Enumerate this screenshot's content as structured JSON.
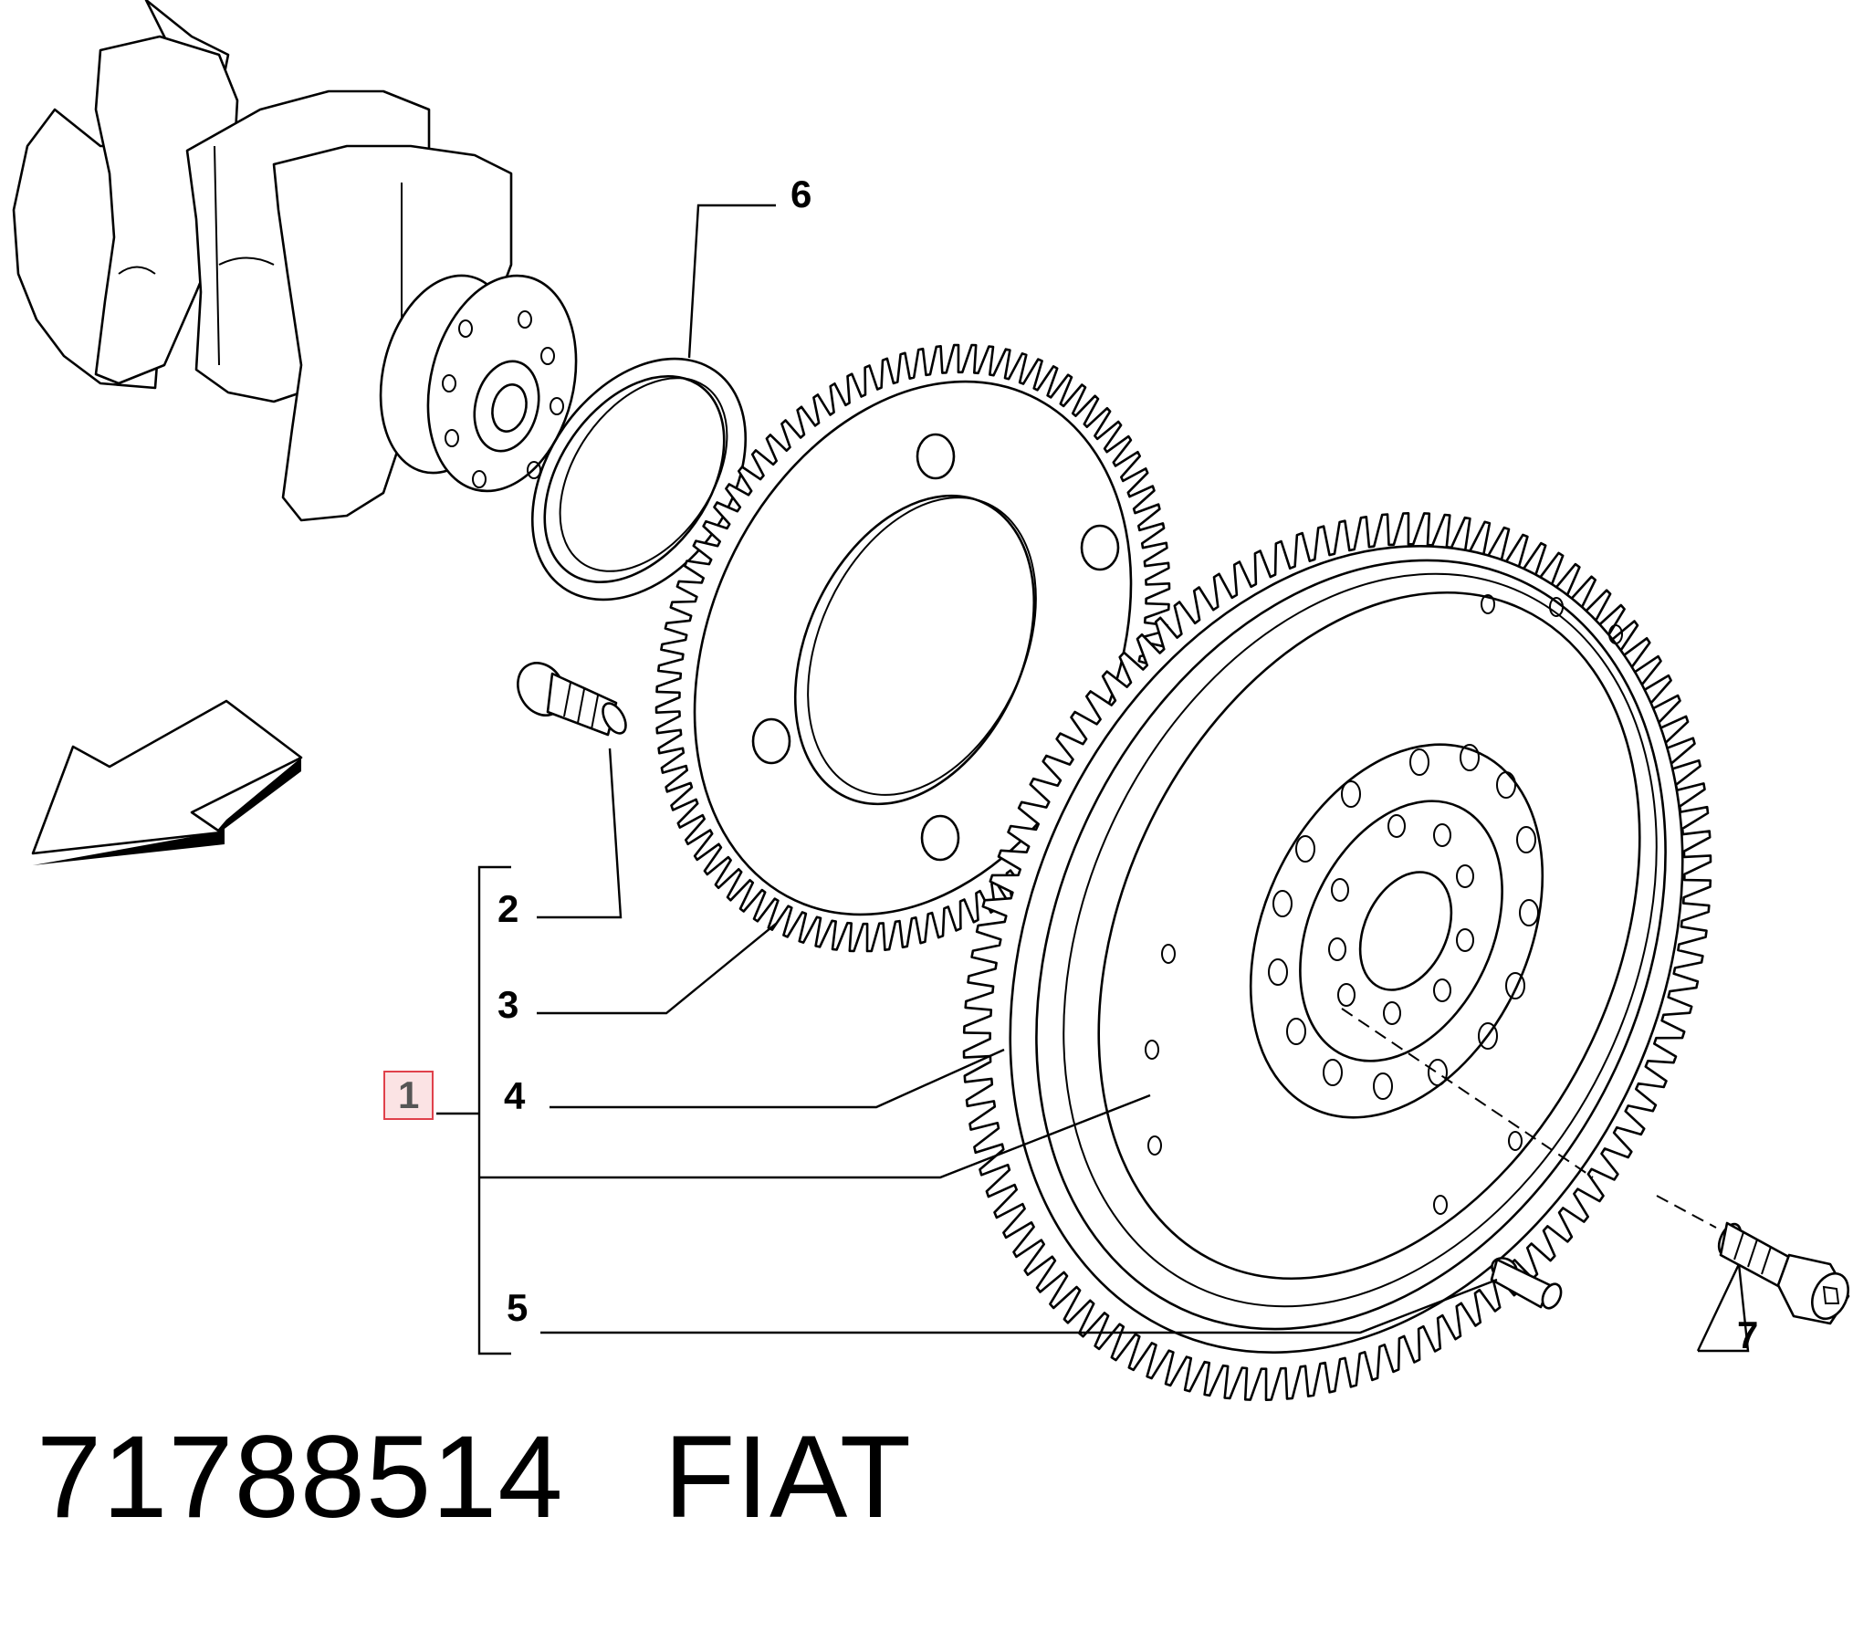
{
  "callouts": {
    "c1": "1",
    "c2": "2",
    "c3": "3",
    "c4": "4",
    "c5": "5",
    "c6": "6",
    "c7": "7"
  },
  "footer": {
    "part_number": "71788514",
    "brand": "FIAT"
  },
  "colors": {
    "highlight_border": "#e0414b",
    "highlight_fill": "#fbe3e4",
    "line": "#000000",
    "background": "#ffffff"
  }
}
